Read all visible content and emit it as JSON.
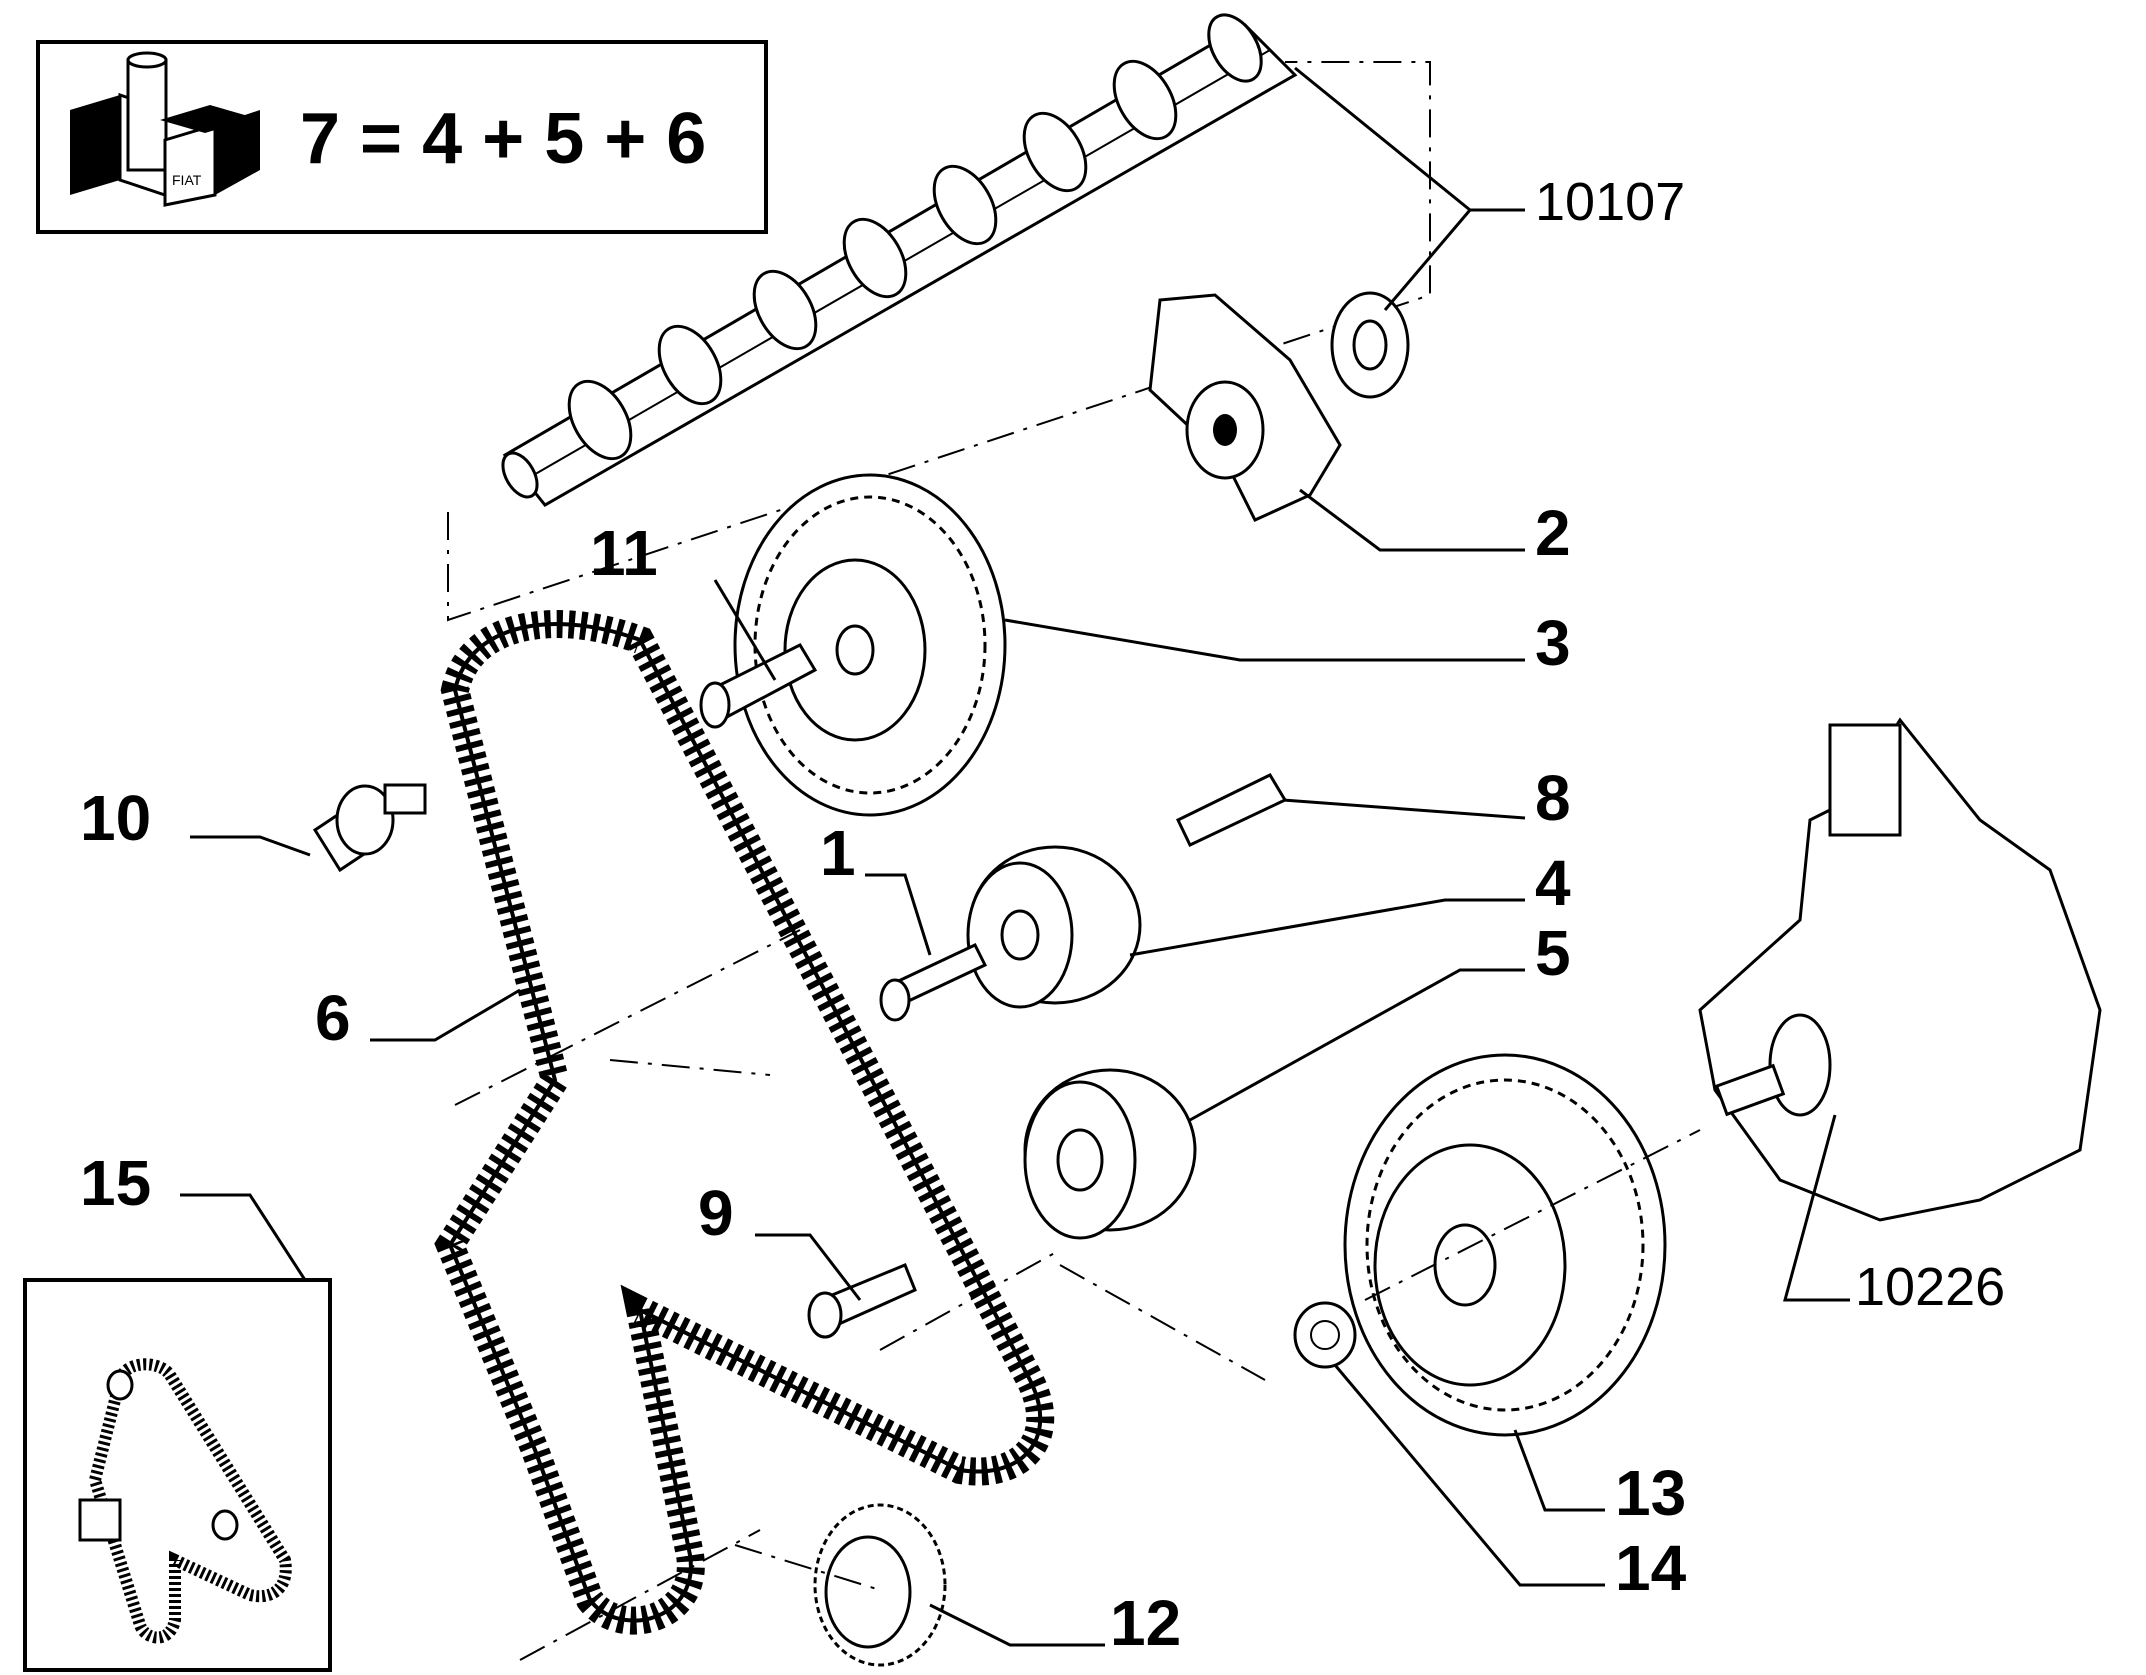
{
  "kit_box": {
    "formula": "7 = 4 + 5 + 6",
    "logo_text": "FIAT"
  },
  "callouts": [
    {
      "id": "c1",
      "label": "1"
    },
    {
      "id": "c2",
      "label": "2"
    },
    {
      "id": "c3",
      "label": "3"
    },
    {
      "id": "c4",
      "label": "4"
    },
    {
      "id": "c5",
      "label": "5"
    },
    {
      "id": "c6",
      "label": "6"
    },
    {
      "id": "c8",
      "label": "8"
    },
    {
      "id": "c9",
      "label": "9"
    },
    {
      "id": "c10",
      "label": "10"
    },
    {
      "id": "c11",
      "label": "11"
    },
    {
      "id": "c12",
      "label": "12"
    },
    {
      "id": "c13",
      "label": "13"
    },
    {
      "id": "c14",
      "label": "14"
    },
    {
      "id": "c15",
      "label": "15"
    }
  ],
  "references": [
    {
      "id": "r10107",
      "label": "10107"
    },
    {
      "id": "r10226",
      "label": "10226"
    }
  ]
}
